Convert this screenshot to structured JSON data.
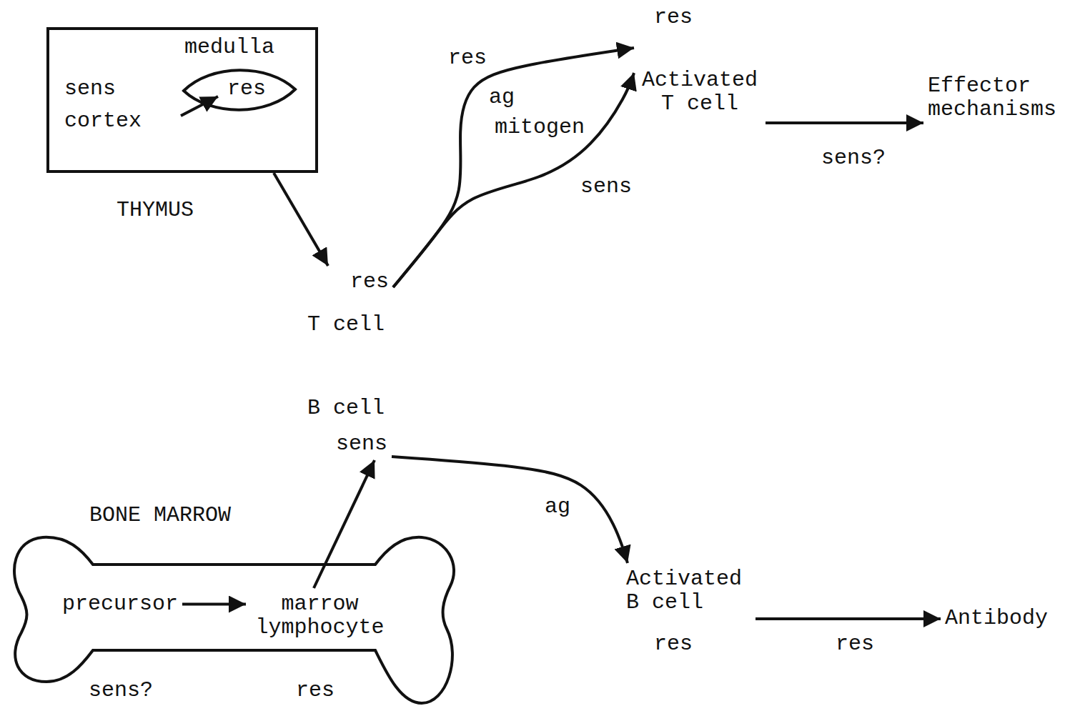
{
  "diagram": {
    "nodes": [
      {
        "text": [
          "THYMUS",
          "sens",
          "cortex"
        ]
      },
      {
        "text": [
          "medulla",
          "res"
        ],
        "in": 0
      },
      {
        "text": [
          "res",
          "T cell"
        ]
      },
      {
        "text": [
          "res",
          "Activated T cell"
        ]
      },
      {
        "text": [
          "Effector mechanisms"
        ]
      },
      {
        "text": [
          "B cell",
          "sens"
        ]
      },
      {
        "text": [
          "BONE MARROW"
        ]
      },
      {
        "text": [
          "precursor"
        ],
        "in": 6
      },
      {
        "text": [
          "marrow lymphocyte"
        ],
        "in": 6
      },
      {
        "text": [
          "Activated B cell",
          "res"
        ]
      },
      {
        "text": [
          "Antibody"
        ]
      }
    ],
    "edges": [
      {
        "from": 0,
        "to": 1,
        "arrow": "to"
      },
      {
        "from": 0,
        "to": 2,
        "arrow": "to"
      },
      {
        "from": 2,
        "to": 3,
        "label": "ag",
        "arrow": "to"
      },
      {
        "from": 2,
        "to": 3,
        "label": "mitogen",
        "arrow": "to"
      },
      {
        "from": 3,
        "to": 4,
        "label": "sens?",
        "arrow": "to"
      },
      {
        "from": 7,
        "to": 8,
        "arrow": "to"
      },
      {
        "from": 8,
        "to": 5,
        "arrow": "to"
      },
      {
        "from": 5,
        "to": 9,
        "label": "ag",
        "arrow": "to"
      },
      {
        "from": 9,
        "to": 10,
        "label": "res",
        "arrow": "to"
      }
    ],
    "labels": [
      "res",
      "sens",
      "sens?",
      "res"
    ]
  }
}
